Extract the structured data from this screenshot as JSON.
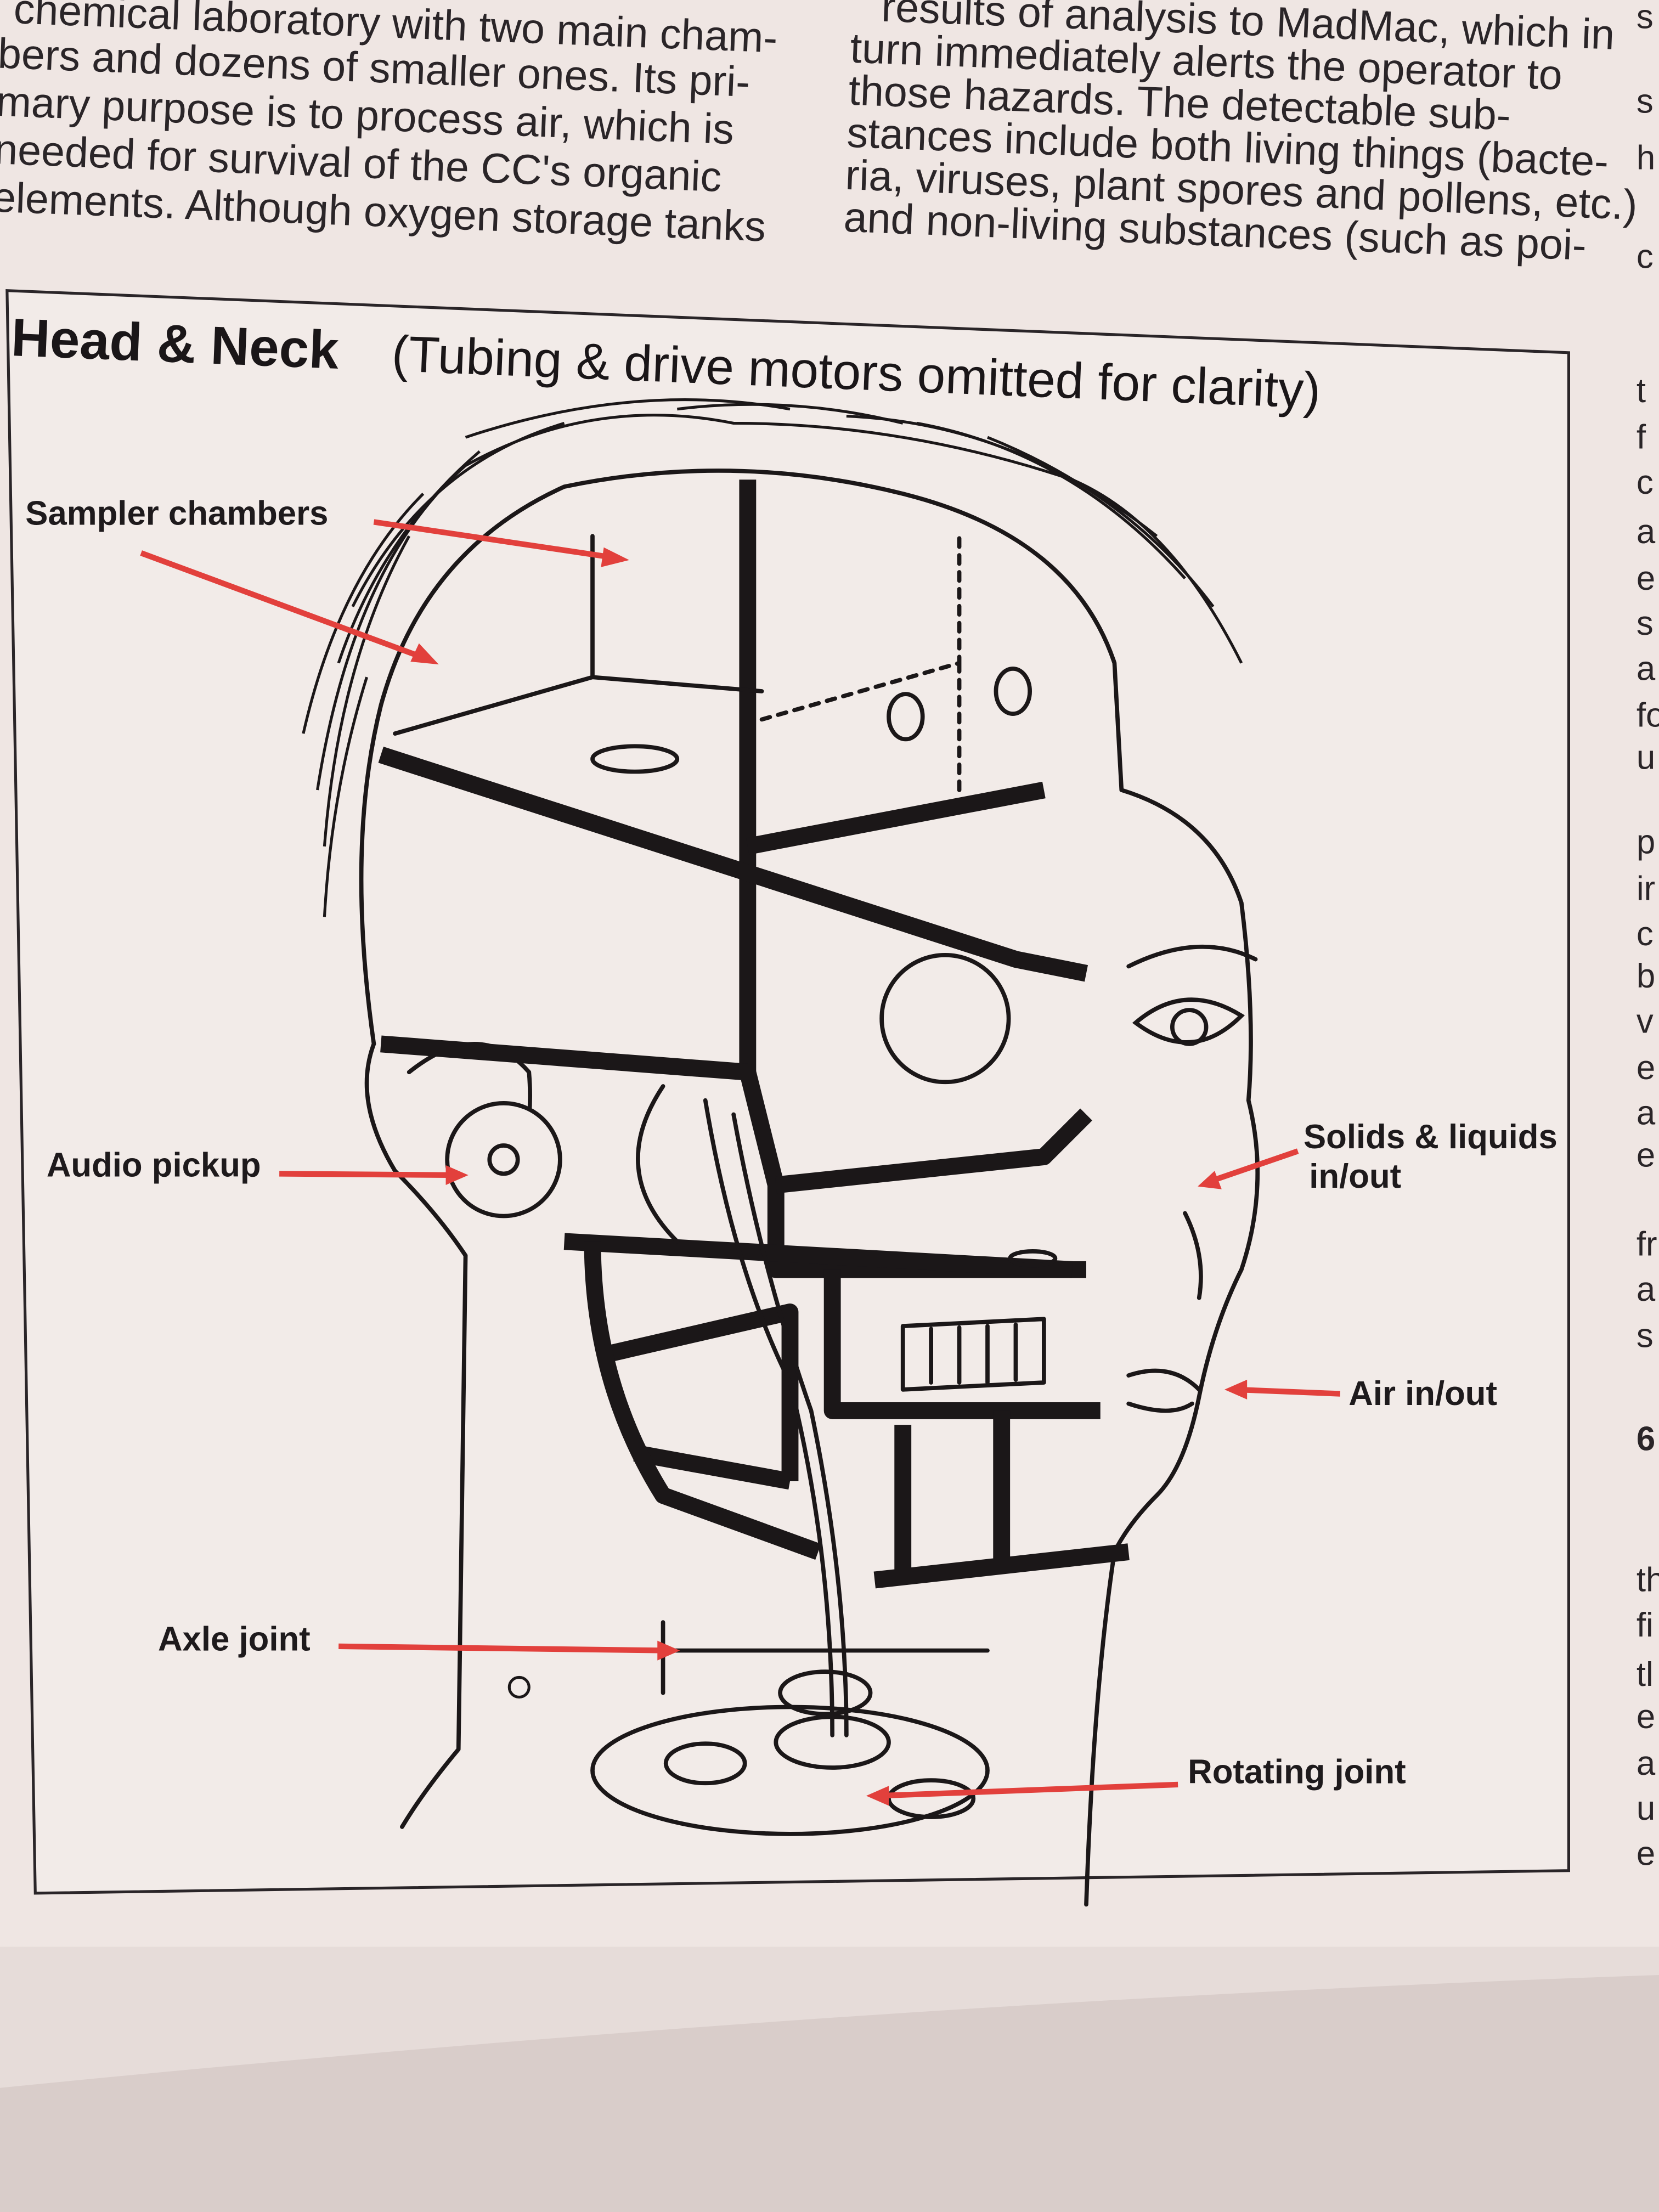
{
  "text_left": [
    "chemical laboratory with two main cham-",
    "bers and dozens of smaller ones. Its pri-",
    "mary purpose is to process air, which is",
    "needed for survival of the CC's organic",
    "elements. Although oxygen storage tanks"
  ],
  "text_right": [
    "results of analysis to MadMac, which in",
    "turn immediately alerts the operator to",
    "those hazards. The detectable sub-",
    "stances include both living things (bacte-",
    "ria, viruses, plant spores and pollens, etc.)",
    "and non-living substances (such as poi-"
  ],
  "edge_column": [
    "s",
    "s",
    "h",
    "c",
    "t",
    "f",
    "c",
    "a",
    "e",
    "s",
    "a",
    "fo",
    "u",
    "p",
    "ir",
    "c",
    "b",
    "v",
    "e",
    "a",
    "e",
    "fr",
    "a",
    "s",
    "6",
    "th",
    "fi",
    "tl",
    "e",
    "a",
    "u",
    "e"
  ],
  "figure": {
    "title_bold": "Head & Neck",
    "title_note": "(Tubing & drive motors omitted for clarity)",
    "labels": {
      "sampler": "Sampler chambers",
      "audio": "Audio pickup",
      "solids_1": "Solids & liquids",
      "solids_2": "in/out",
      "air": "Air in/out",
      "axle": "Axle joint",
      "rotating": "Rotating joint"
    }
  },
  "colors": {
    "arrow": "#e2403c",
    "page": "#efe6e3",
    "ink": "#1b1718"
  }
}
